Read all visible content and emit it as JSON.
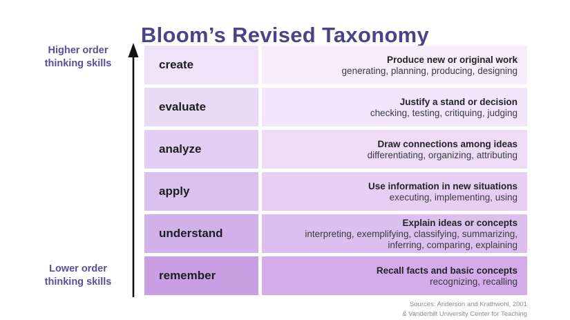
{
  "title": "Bloom’s Revised Taxonomy",
  "colors": {
    "title": "#4b4486",
    "side_label": "#575096",
    "arrow": "#121212",
    "sources": "#8e8b90"
  },
  "side_labels": {
    "higher": "Higher order\nthinking skills",
    "lower": "Lower order\nthinking skills"
  },
  "arrow_icon": "up-arrow",
  "rows": [
    {
      "label": "create",
      "heading": "Produce new or original work",
      "verbs": "generating, planning, producing, designing",
      "left_color": "#f0e3f8",
      "right_color": "#f7eefb"
    },
    {
      "label": "evaluate",
      "heading": "Justify a stand or decision",
      "verbs": "checking, testing, critiquing, judging",
      "left_color": "#eadaf6",
      "right_color": "#f3e6fa"
    },
    {
      "label": "analyze",
      "heading": "Draw connections among ideas",
      "verbs": "differentiating, organizing, attributing",
      "left_color": "#e3cef3",
      "right_color": "#eedcf7"
    },
    {
      "label": "apply",
      "heading": "Use information in new situations",
      "verbs": "executing, implementing, using",
      "left_color": "#dbc2ee",
      "right_color": "#e6cff3"
    },
    {
      "label": "understand",
      "heading": "Explain ideas or concepts",
      "verbs": "interpreting, exemplifying, classifying, summarizing, inferring, comparing, explaining",
      "left_color": "#d2b0e9",
      "right_color": "#ddbfef"
    },
    {
      "label": "remember",
      "heading": "Recall facts and basic concepts",
      "verbs": "recognizing, recalling",
      "left_color": "#c99fe3",
      "right_color": "#d4ace9"
    }
  ],
  "sources": {
    "line1": "Sources: Anderson and Krathwohl, 2001",
    "line2": "& Vanderbilt University Center for Teaching"
  }
}
